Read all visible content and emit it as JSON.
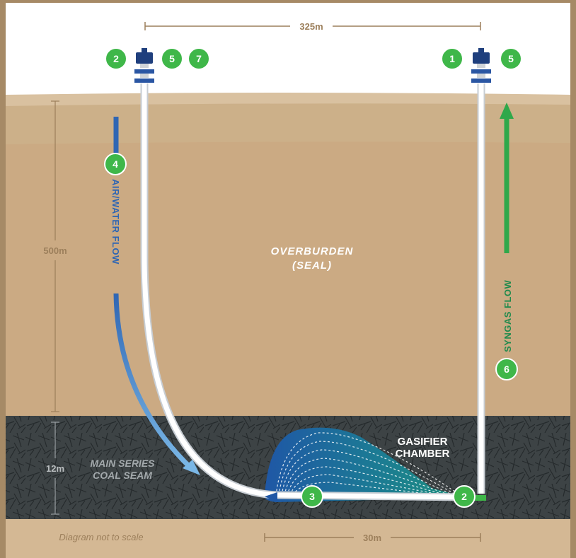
{
  "dimensions": {
    "horizontal_top": "325m",
    "depth_overburden": "500m",
    "depth_coal": "12m",
    "horizontal_bottom": "30m"
  },
  "layers": {
    "overburden_line1": "OVERBURDEN",
    "overburden_line2": "(SEAL)",
    "coal_line1": "MAIN SERIES",
    "coal_line2": "COAL SEAM",
    "chamber_line1": "GASIFIER",
    "chamber_line2": "CHAMBER"
  },
  "flows": {
    "injection": "AIR/WATER FLOW",
    "production": "SYNGAS FLOW"
  },
  "markers": {
    "left_well": [
      "2",
      "5",
      "7"
    ],
    "right_well": [
      "1",
      "5"
    ],
    "injection_flow": "4",
    "production_flow": "6",
    "chamber_left": "3",
    "chamber_right": "2"
  },
  "footnote": "Diagram not to scale",
  "colors": {
    "sky": "#ffffff",
    "overburden": "#d4b894",
    "coal": "#3d4345",
    "marker": "#3fb749",
    "injection": "#2f66b3",
    "production": "#1f8a4c",
    "wellhead": "#1f3f7d",
    "dimension": "#9c7f5b"
  }
}
